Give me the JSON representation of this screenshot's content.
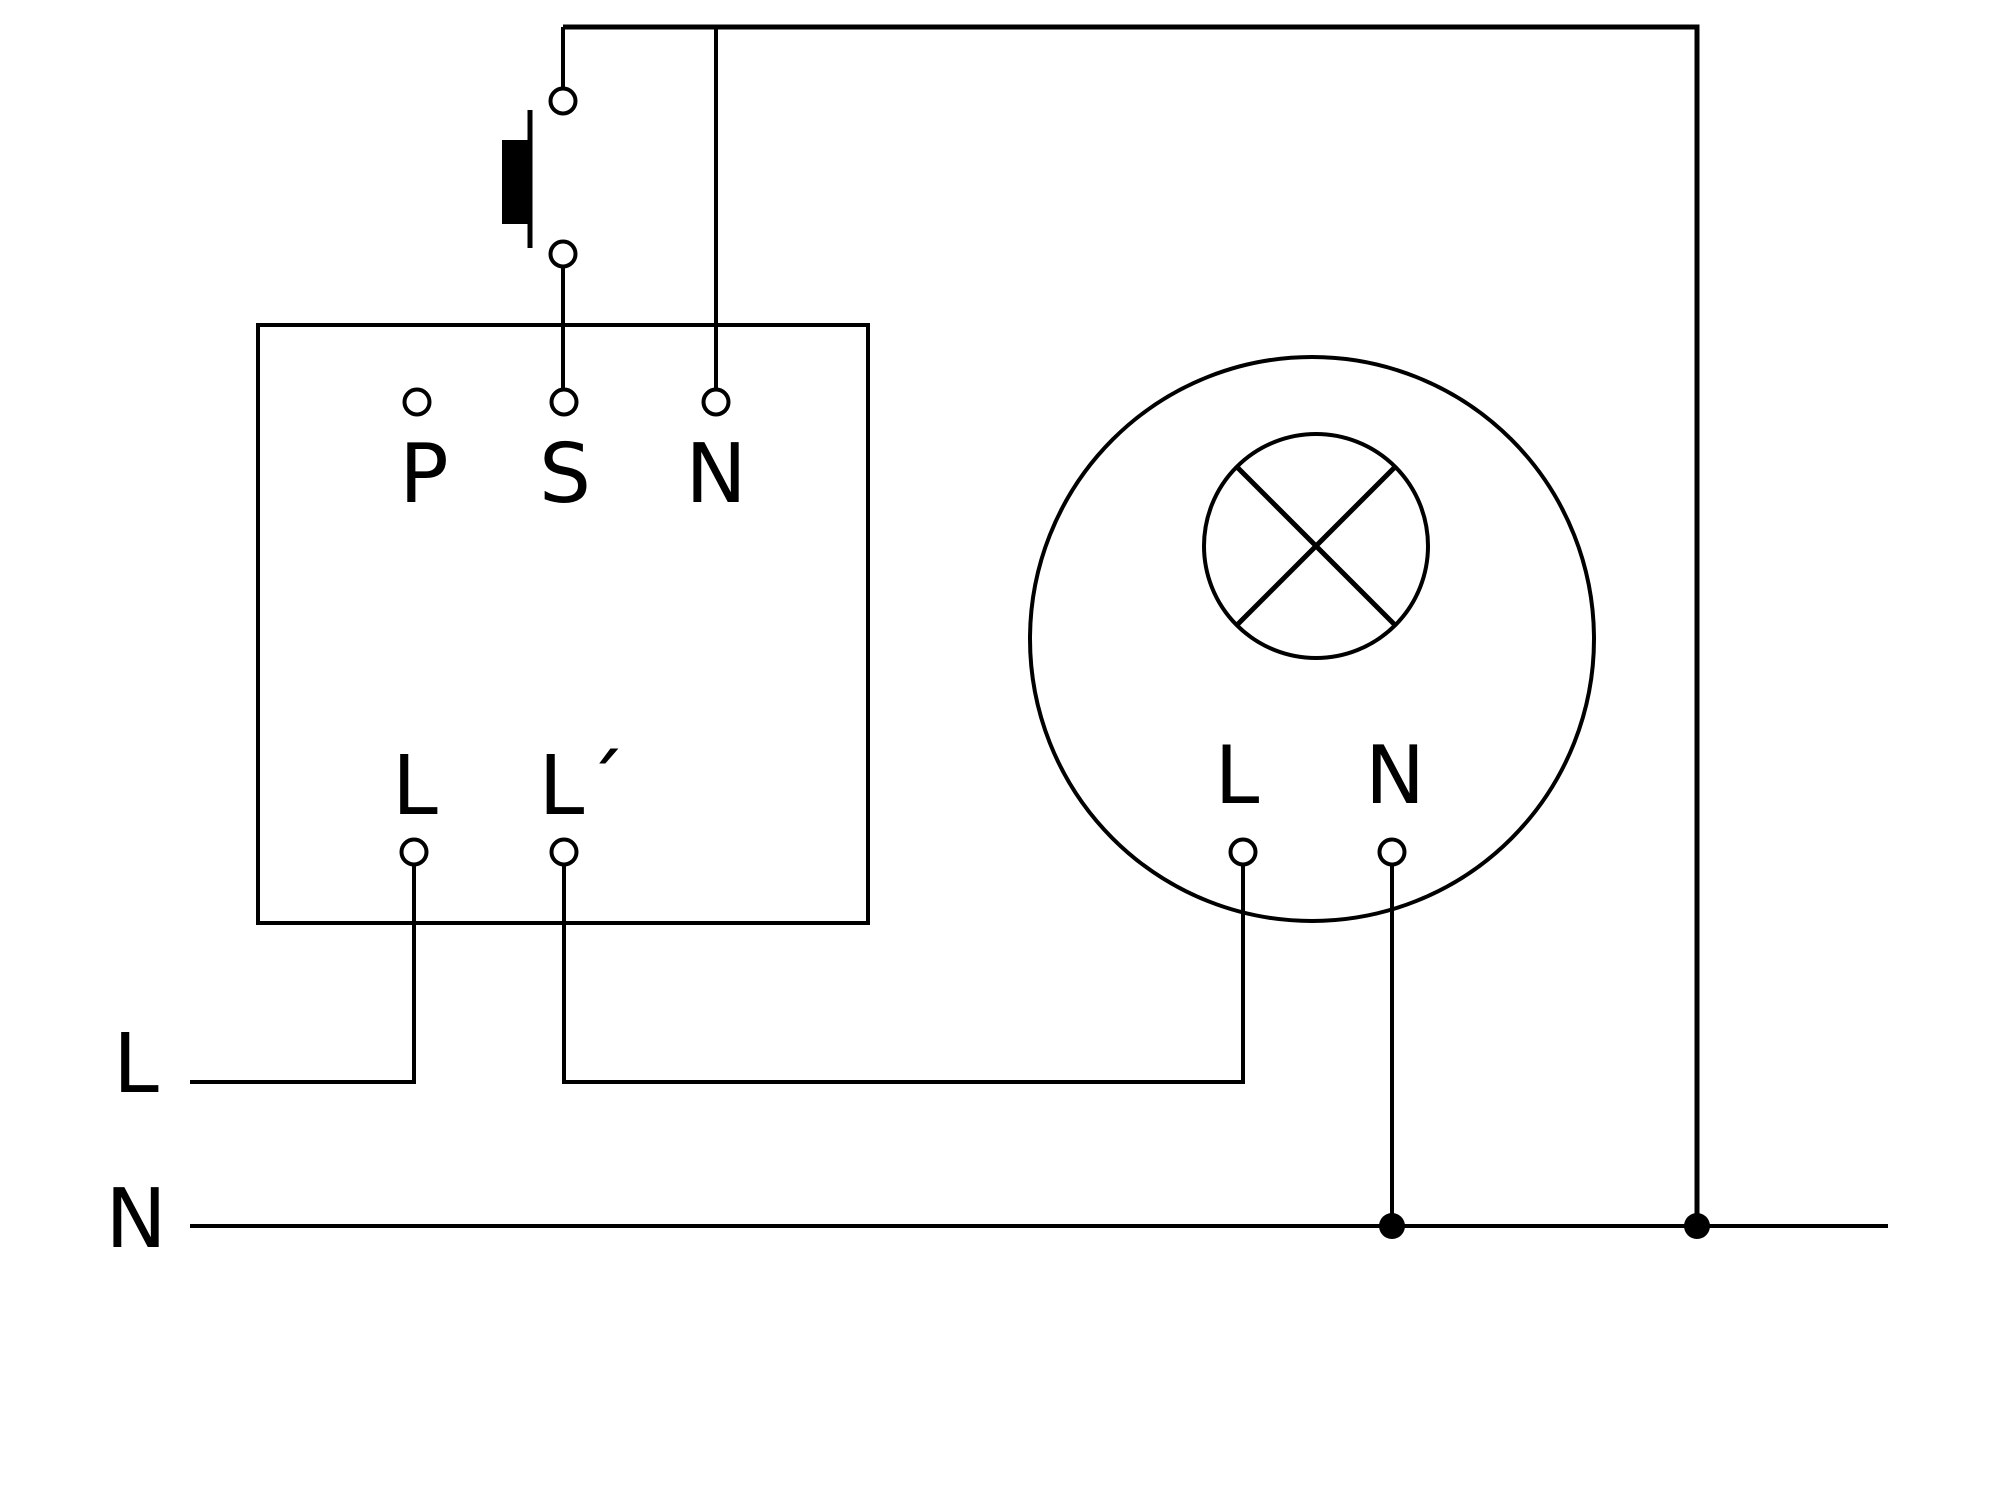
{
  "device": {
    "terminals_top": [
      {
        "label": "P"
      },
      {
        "label": "S"
      },
      {
        "label": "N"
      }
    ],
    "terminals_bottom": [
      {
        "label": "L"
      },
      {
        "label": "L´"
      }
    ]
  },
  "lamp": {
    "terminals": [
      {
        "label": "L"
      },
      {
        "label": "N"
      }
    ]
  },
  "supply": {
    "live_label": "L",
    "neutral_label": "N"
  },
  "colors": {
    "line": "#000000",
    "background": "#ffffff"
  }
}
